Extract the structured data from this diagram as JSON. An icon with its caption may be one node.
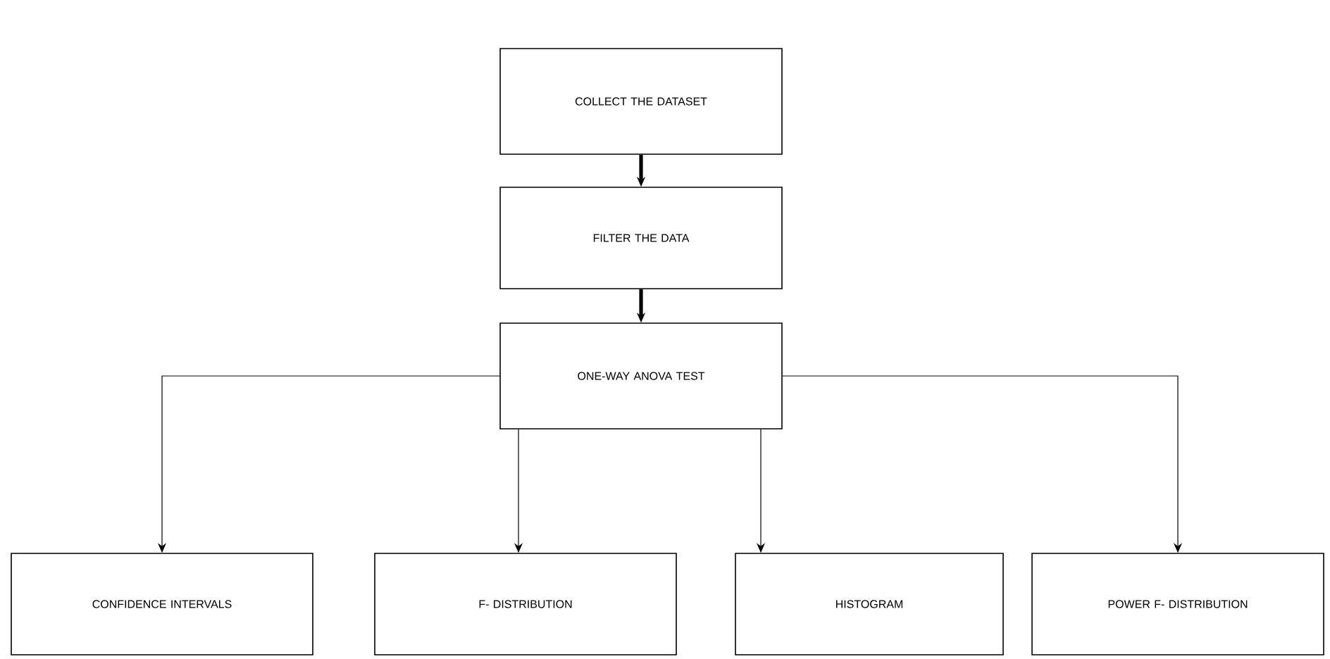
{
  "diagram": {
    "nodes": [
      {
        "text": [
          "COLLECT THE DATASET"
        ]
      },
      {
        "text": [
          "FILTER THE DATA"
        ]
      },
      {
        "text": [
          "ONE-WAY ANOVA TEST"
        ]
      },
      {
        "text": [
          "CONFIDENCE INTERVALS"
        ]
      },
      {
        "text": [
          "F- DISTRIBUTION"
        ]
      },
      {
        "text": [
          "HISTOGRAM"
        ]
      },
      {
        "text": [
          "POWER  F- DISTRIBUTION"
        ]
      }
    ],
    "edges": [
      {
        "from": 0,
        "to": 1,
        "arrow": "to",
        "style": "thick"
      },
      {
        "from": 1,
        "to": 2,
        "arrow": "to",
        "style": "thick"
      },
      {
        "from": 2,
        "to": 3,
        "arrow": "to"
      },
      {
        "from": 2,
        "to": 4,
        "arrow": "to"
      },
      {
        "from": 2,
        "to": 5,
        "arrow": "to"
      },
      {
        "from": 2,
        "to": 6,
        "arrow": "to"
      }
    ]
  }
}
